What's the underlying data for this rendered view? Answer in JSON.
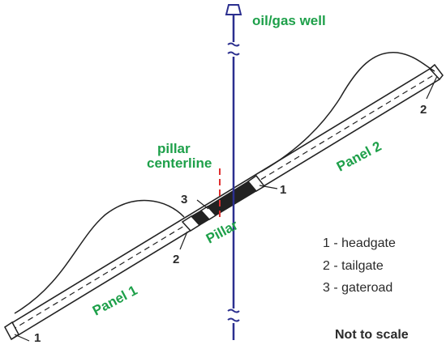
{
  "well_label": "oil/gas well",
  "centerline_label": [
    "pillar",
    "centerline"
  ],
  "pillar_label": "Pillar",
  "panel1_label": "Panel 1",
  "panel2_label": "Panel 2",
  "callouts": {
    "tailgate_left": "1",
    "headgate_right": "1",
    "panel1_gate": "2",
    "panel2_gate": "2",
    "gateroad": "3"
  },
  "legend": [
    "1 - headgate",
    "2 - tailgate",
    "3 - gateroad"
  ],
  "scale_note": "Not to scale",
  "colors": {
    "well": "#2b2f8f",
    "text_green": "#1ea04a",
    "centerline": "#e03030",
    "pillar_fill": "#222222",
    "outline": "#222222"
  }
}
